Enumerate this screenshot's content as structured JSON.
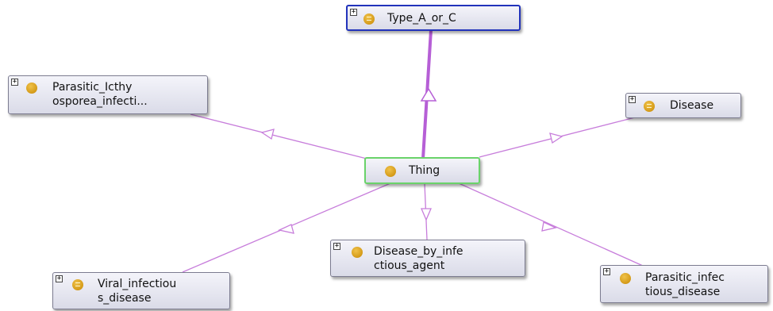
{
  "nodes": {
    "type_a_or_c": {
      "label": "Type_A_or_C",
      "expandable": true,
      "icon": "equivalent-class-icon"
    },
    "parasitic_icthy": {
      "label_line1": "Parasitic_Icthy",
      "label_line2": "osporea_infecti...",
      "expandable": true,
      "icon": "class-icon"
    },
    "disease": {
      "label": "Disease",
      "expandable": true,
      "icon": "equivalent-class-icon"
    },
    "thing": {
      "label": "Thing",
      "expandable": false,
      "icon": "class-icon"
    },
    "disease_by_infectious_agent": {
      "label_line1": "Disease_by_infe",
      "label_line2": "ctious_agent",
      "expandable": true,
      "icon": "class-icon"
    },
    "viral_infectious_disease": {
      "label_line1": "Viral_infectiou",
      "label_line2": "s_disease",
      "expandable": true,
      "icon": "equivalent-class-icon"
    },
    "parasitic_infectious_disease": {
      "label_line1": "Parasitic_infec",
      "label_line2": "tious_disease",
      "expandable": true,
      "icon": "class-icon"
    }
  },
  "expand_symbol": "+",
  "colors": {
    "edge": "#c77ddb",
    "edge_highlight": "#b65fd6",
    "selected_border": "#2233bb",
    "center_border": "#6ad36a",
    "class_dot": "#d49a18"
  },
  "edges": [
    {
      "from": "thing",
      "to": "type_a_or_c",
      "highlighted": true
    },
    {
      "from": "thing",
      "to": "parasitic_icthy",
      "highlighted": false
    },
    {
      "from": "thing",
      "to": "disease",
      "highlighted": false
    },
    {
      "from": "thing",
      "to": "disease_by_infectious_agent",
      "highlighted": false
    },
    {
      "from": "thing",
      "to": "viral_infectious_disease",
      "highlighted": false
    },
    {
      "from": "thing",
      "to": "parasitic_infectious_disease",
      "highlighted": false
    }
  ]
}
